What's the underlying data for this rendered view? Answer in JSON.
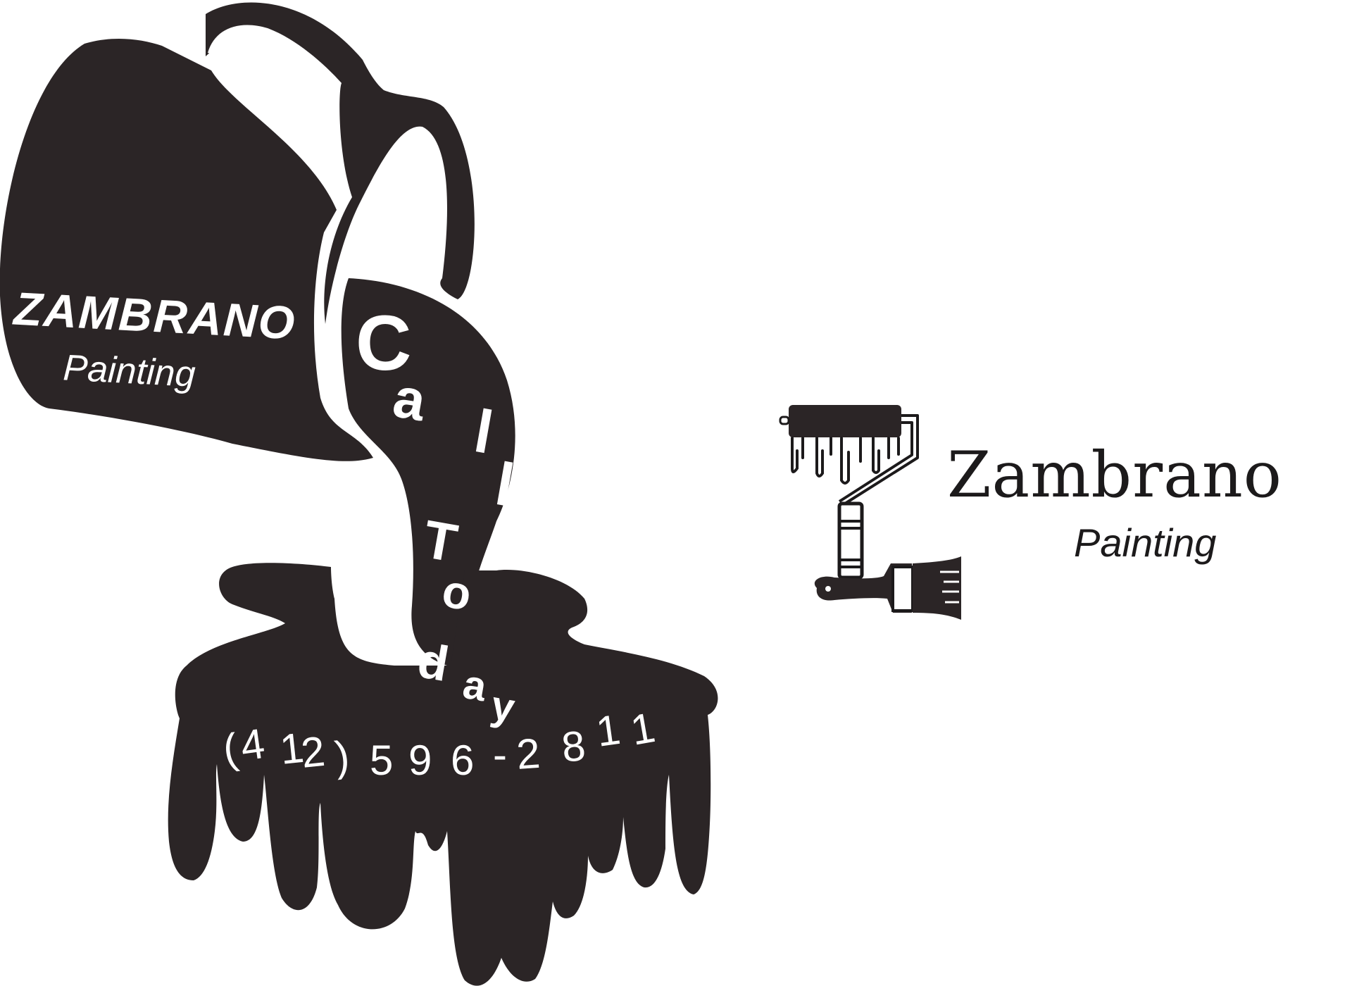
{
  "pour_graphic": {
    "brand_name": "ZAMBRANO",
    "brand_sub": "Painting",
    "stream_letters": [
      "C",
      "a",
      "l",
      "l",
      "T",
      "o",
      "d",
      "a",
      "y"
    ],
    "phone_chars": [
      "(",
      "4",
      "1",
      "2",
      ")",
      "5",
      "9",
      "6",
      "-",
      "2",
      "8",
      "1",
      "1"
    ]
  },
  "logo": {
    "name": "Zambrano",
    "sub": "Painting"
  },
  "colors": {
    "paint": "#2b2526",
    "ink": "#1c1a1b",
    "background": "#ffffff",
    "highlight": "#ffffff"
  },
  "icons": [
    "paint-bucket-icon",
    "paint-roller-icon",
    "paint-brush-icon"
  ]
}
